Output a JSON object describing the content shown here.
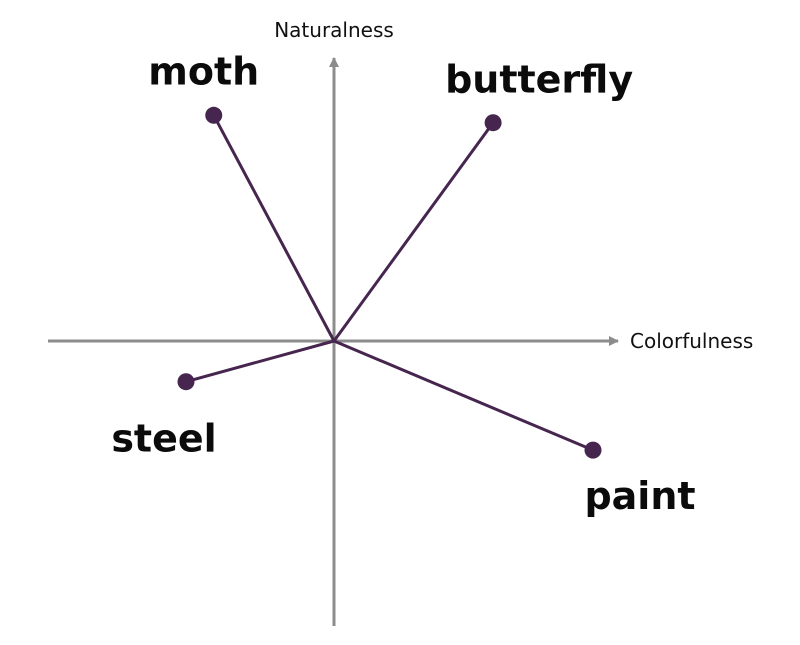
{
  "axes": {
    "x_label": "Colorfulness",
    "y_label": "Naturalness",
    "axis_color": "#8c8c8c"
  },
  "colors": {
    "vector": "#46264f",
    "label": "#0b0b0b"
  },
  "vectors": [
    {
      "word": "moth",
      "colorfulness": -0.65,
      "naturalness": 1.22
    },
    {
      "word": "butterfly",
      "colorfulness": 0.86,
      "naturalness": 1.18
    },
    {
      "word": "steel",
      "colorfulness": -0.8,
      "naturalness": -0.22
    },
    {
      "word": "paint",
      "colorfulness": 1.4,
      "naturalness": -0.59
    }
  ]
}
